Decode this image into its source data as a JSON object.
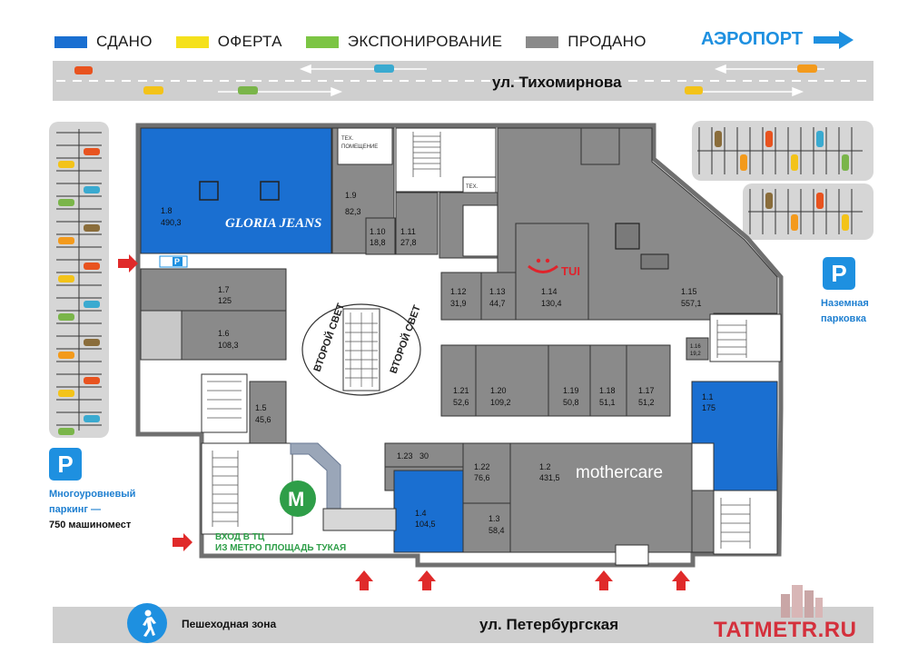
{
  "legend": [
    {
      "label": "СДАНО",
      "color": "#1a6fd1"
    },
    {
      "label": "ОФЕРТА",
      "color": "#f5e11c"
    },
    {
      "label": "ЭКСПОНИРОВАНИЕ",
      "color": "#7cc544"
    },
    {
      "label": "ПРОДАНО",
      "color": "#8a8a8a"
    }
  ],
  "airport": {
    "label": "АЭРОПОРТ",
    "color": "#1e90e0"
  },
  "streets": {
    "top": "ул. Тихомирнова",
    "bottom": "ул. Петербургская"
  },
  "units": [
    {
      "id": "1.8",
      "area": "490,3",
      "status": "leased"
    },
    {
      "id": "1.9",
      "area": "82,3",
      "status": "sold"
    },
    {
      "id": "1.10",
      "area": "18,8",
      "status": "sold"
    },
    {
      "id": "1.11",
      "area": "27,8",
      "status": "sold"
    },
    {
      "id": "1.7",
      "area": "125",
      "status": "sold"
    },
    {
      "id": "1.6",
      "area": "108,3",
      "status": "sold"
    },
    {
      "id": "1.5",
      "area": "45,6",
      "status": "sold"
    },
    {
      "id": "1.12",
      "area": "31,9",
      "status": "sold"
    },
    {
      "id": "1.13",
      "area": "44,7",
      "status": "sold"
    },
    {
      "id": "1.14",
      "area": "130,4",
      "status": "sold"
    },
    {
      "id": "1.15",
      "area": "557,1",
      "status": "sold"
    },
    {
      "id": "1.16",
      "area": "19,2",
      "status": "sold"
    },
    {
      "id": "1.21",
      "area": "52,6",
      "status": "sold"
    },
    {
      "id": "1.20",
      "area": "109,2",
      "status": "sold"
    },
    {
      "id": "1.19",
      "area": "50,8",
      "status": "sold"
    },
    {
      "id": "1.18",
      "area": "51,1",
      "status": "sold"
    },
    {
      "id": "1.17",
      "area": "51,2",
      "status": "sold"
    },
    {
      "id": "1.1",
      "area": "175",
      "status": "leased"
    },
    {
      "id": "1.23",
      "area": "30",
      "status": "sold"
    },
    {
      "id": "1.22",
      "area": "76,6",
      "status": "sold"
    },
    {
      "id": "1.2",
      "area": "431,5",
      "status": "sold"
    },
    {
      "id": "1.4",
      "area": "104,5",
      "status": "leased"
    },
    {
      "id": "1.3",
      "area": "58,4",
      "status": "sold"
    }
  ],
  "brands": {
    "gloria": "GLORIA JEANS",
    "tui": "TUI",
    "mothercare": "mothercare"
  },
  "labels": {
    "tech_room": "ТЕХ. ПОМЕЩЕНИЕ",
    "second_light": "ВТОРОЙ СВЕТ",
    "metro_entrance_line1": "ВХОД В ТЦ",
    "metro_entrance_line2": "ИЗ МЕТРО ПЛОЩАДЬ ТУКАЯ",
    "metro_letter": "M",
    "parking_letter": "P"
  },
  "ground_parking": {
    "line1": "Наземная",
    "line2": "парковка"
  },
  "multilevel_parking": {
    "line1": "Многоуровневый",
    "line2": "паркинг —",
    "line3": "750 машиномест"
  },
  "pedestrian_zone": "Пешеходная зона",
  "watermark": "TATMETR.RU",
  "colors": {
    "sold": "#8a8a8a",
    "leased": "#1a6fd1",
    "common": "#ffffff",
    "wall": "#6f6f6f",
    "road": "#cfcfcf",
    "accent": "#1e90e0",
    "entrance_arrow": "#e02a2a",
    "metro_green": "#2e9e48"
  }
}
